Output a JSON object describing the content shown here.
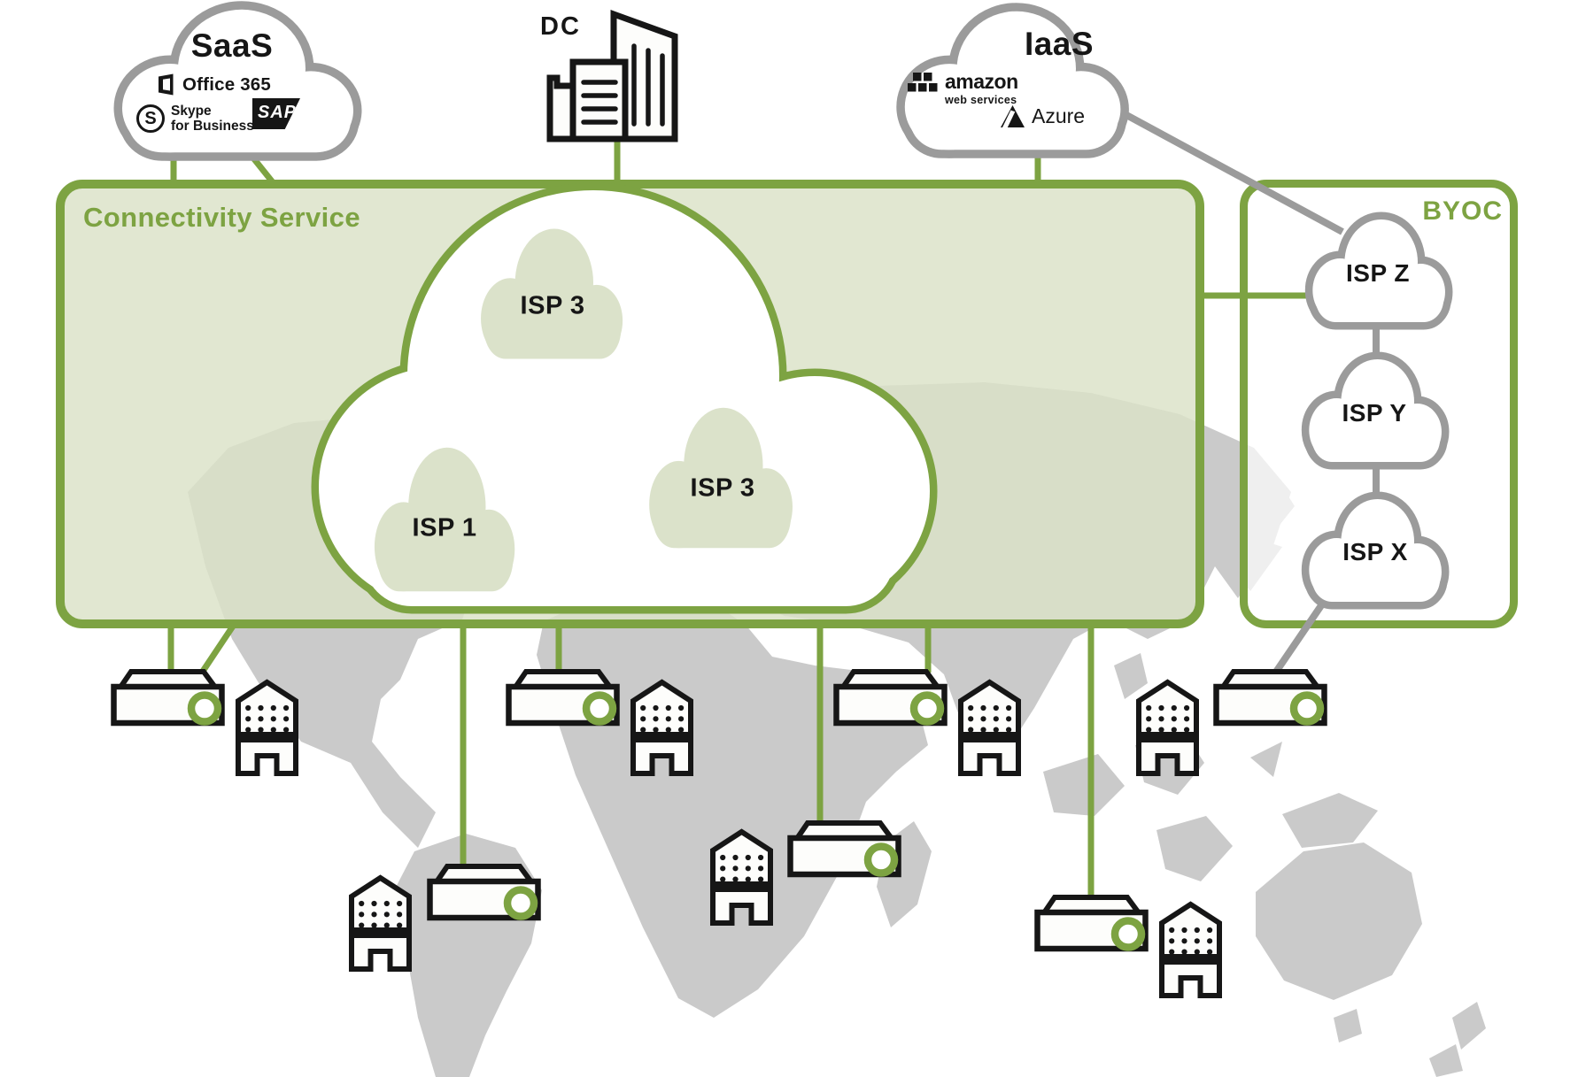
{
  "boxes": {
    "connectivity": {
      "label": "Connectivity Service"
    },
    "byoc": {
      "label": "BYOC"
    }
  },
  "clouds": {
    "saas": {
      "title": "SaaS"
    },
    "dc": {
      "title": "DC"
    },
    "iaas": {
      "title": "IaaS"
    },
    "core": {
      "top": "ISP 3",
      "left": "ISP 1",
      "right": "ISP 3"
    },
    "byoc": {
      "top": "ISP Z",
      "middle": "ISP Y",
      "bottom": "ISP X"
    }
  },
  "logos": {
    "office365": {
      "label": "Office 365"
    },
    "skype": {
      "initial": "S",
      "line1": "Skype",
      "line2": "for Business"
    },
    "sap": {
      "label": "SAP"
    },
    "aws": {
      "label": "amazon",
      "sublabel": "web services"
    },
    "azure": {
      "label": "Azure"
    }
  },
  "colors": {
    "green": "#7da342",
    "cloud_gray": "#9b9b9b",
    "ink": "#161616",
    "map_gray": "#cacaca",
    "mini_cloud_fill": "#dbe2ca",
    "icon_fill": "#fdfdfb"
  }
}
